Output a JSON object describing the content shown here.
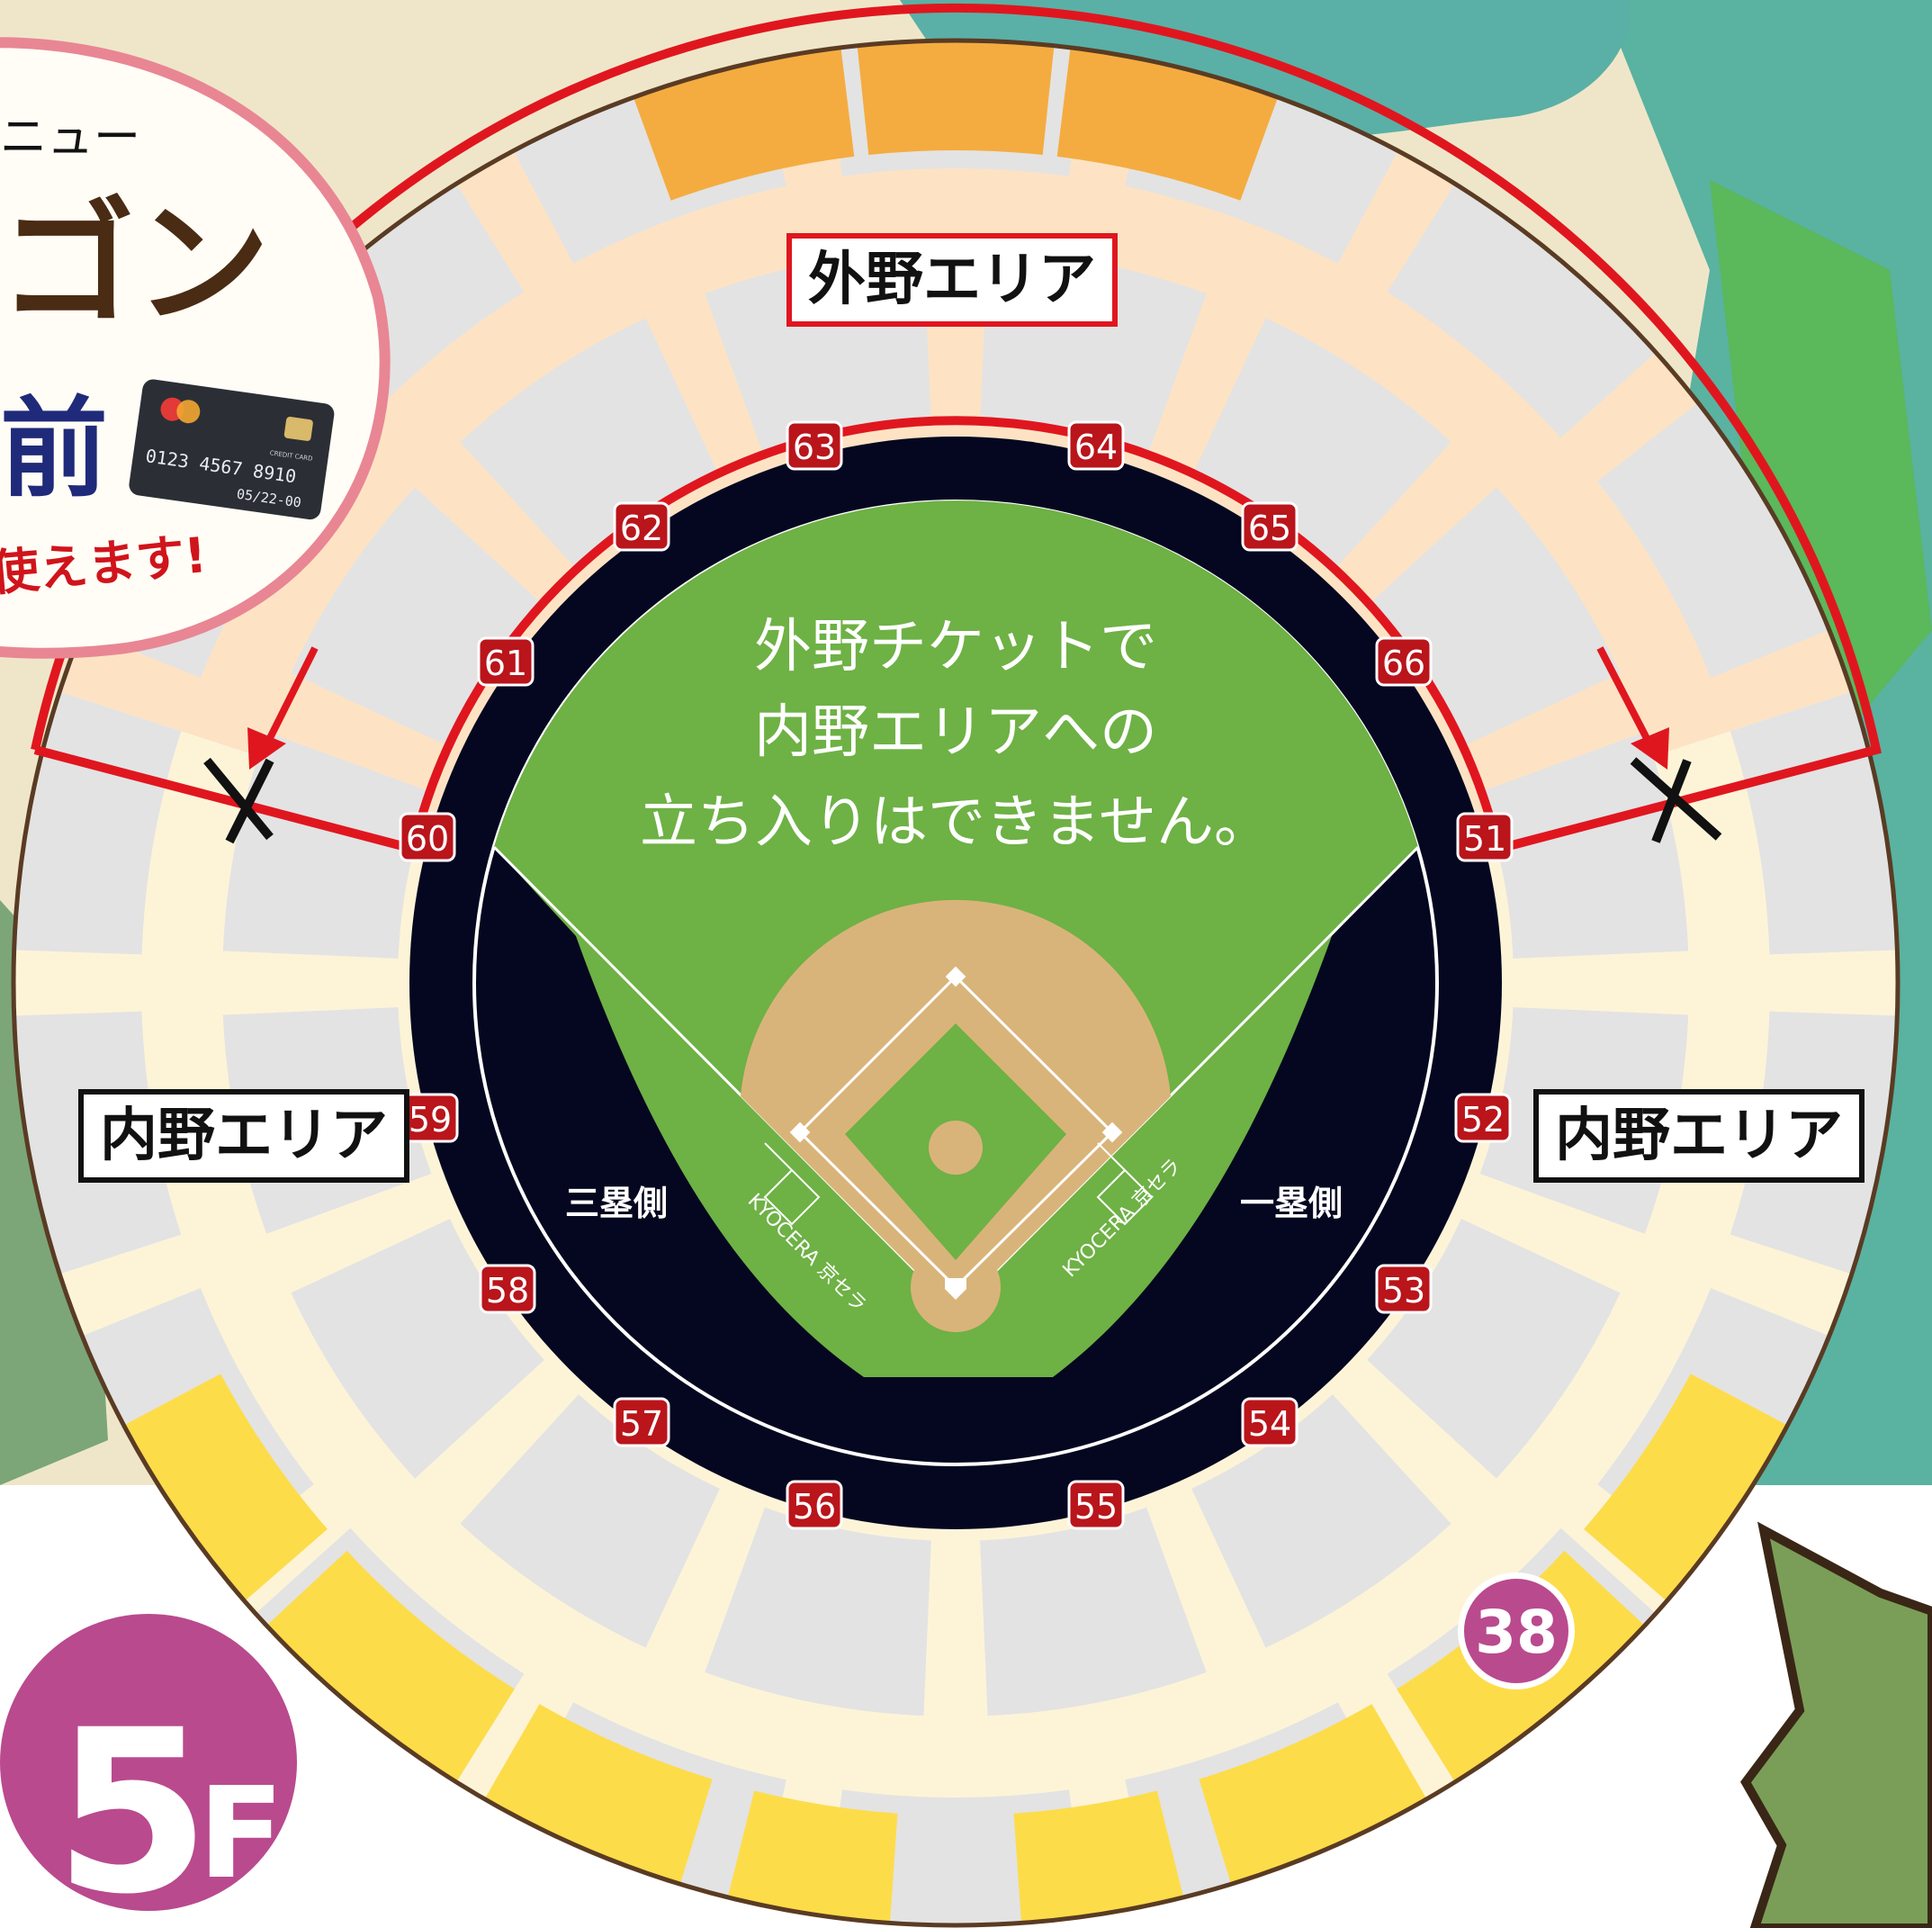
{
  "map": {
    "floor": {
      "number": "5",
      "unit": "F"
    },
    "area_labels": {
      "outfield": "外野エリア",
      "infield_left": "内野エリア",
      "infield_right": "内野エリア"
    },
    "notice_lines": [
      "外野チケットで",
      "内野エリアへの",
      "立ち入りはできません。"
    ],
    "side_labels": {
      "third": "三塁側",
      "first": "一塁側"
    },
    "sponsor": "KYOCERA 京セラ",
    "gates": [
      "51",
      "52",
      "53",
      "54",
      "55",
      "56",
      "57",
      "58",
      "59",
      "60",
      "61",
      "62",
      "63",
      "64",
      "65",
      "66"
    ],
    "shop_marker": "38",
    "colors": {
      "outfield_section": "#f4ac40",
      "infield_section": "#fddc4a",
      "field_green": "#6eb145",
      "infield_dirt": "#d9b47a",
      "stadium_dark": "#050720",
      "gate_red": "#b9151b",
      "boundary_red": "#e0161f",
      "floor_badge": "#b94a8e"
    }
  },
  "promo": {
    "line1": "ニュー",
    "line2": "ゴン",
    "line3": "前",
    "line4": "使えます!",
    "card": {
      "label": "CREDIT CARD",
      "number": "0123 4567 8910",
      "expiry": "05/22-00"
    }
  }
}
